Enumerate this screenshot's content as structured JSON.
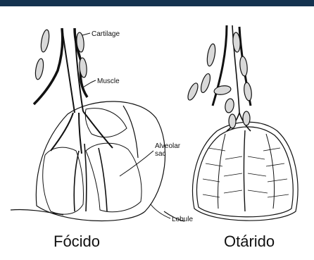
{
  "header": {
    "accent_color": "#14324f"
  },
  "diagram": {
    "labels": {
      "cartilage": "Cartilage",
      "muscle": "Muscle",
      "alveolar_line1": "Alveolar",
      "alveolar_line2": "sac",
      "lobule": "Lobule"
    },
    "captions": {
      "left": "Fócido",
      "right": "Otárido"
    }
  }
}
